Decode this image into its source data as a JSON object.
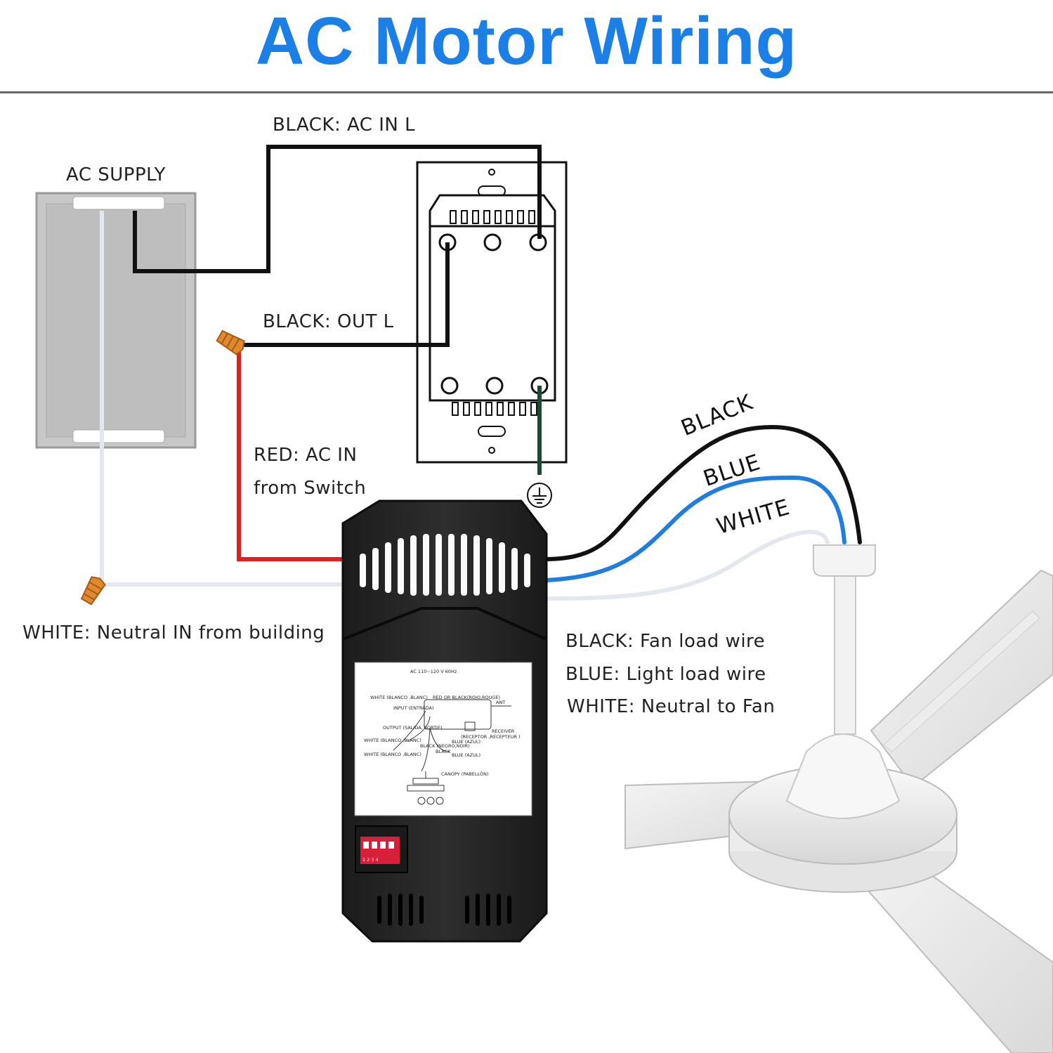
{
  "title": "AC Motor Wiring",
  "labels": {
    "ac_supply": "AC SUPPLY",
    "black_ac_in": "BLACK: AC IN L",
    "black_out": "BLACK: OUT L",
    "red_ac_in_1": "RED: AC IN",
    "red_ac_in_2": "from Switch",
    "white_neutral": "WHITE: Neutral IN from building",
    "fan_black": "BLACK",
    "fan_blue": "BLUE",
    "fan_white": "WHITE",
    "legend_black": "BLACK: Fan load wire",
    "legend_blue": "BLUE: Light load wire",
    "legend_white": "WHITE: Neutral to Fan"
  },
  "sticker": {
    "header": "AC 110~120 V 60Hz",
    "white_lbl": "WHITE (BLANCO ,BLANC)",
    "red_lbl": "RED OR BLACK(ROJO,ROUGE)",
    "input_lbl": "INPUT (ENTRADA)",
    "ant_lbl": "ANT",
    "output_lbl": "OUTPUT (SALIDA, SORTIE)",
    "receiver_lbl": "RECEIVER",
    "receptor_lbl": "(RECEPTOR ,RECEPTEUR )",
    "white2_lbl": "WHITE (BLANCO ,BLANC)",
    "black_lbl": "BLACK (NEGRO,NOIR)",
    "blue_lbl": "BLUE (AZUL)",
    "white3_lbl": "WHITE (BLANCO ,BLANC)",
    "black2_lbl": "BLACK",
    "blue2_lbl": "BLUE (AZUL)",
    "canopy_lbl": "CANOPY (PABELLÓN)",
    "dip_numbers": "1 2 3 4"
  },
  "colors": {
    "title": "#1c7fe6",
    "black_wire": "#111111",
    "red_wire": "#e02020",
    "blue_wire": "#1f7de0",
    "white_wire": "#e4e8ee",
    "ground_wire": "#1e4a30",
    "connector": "#e07a20",
    "dip_switch": "#d81f3a"
  }
}
